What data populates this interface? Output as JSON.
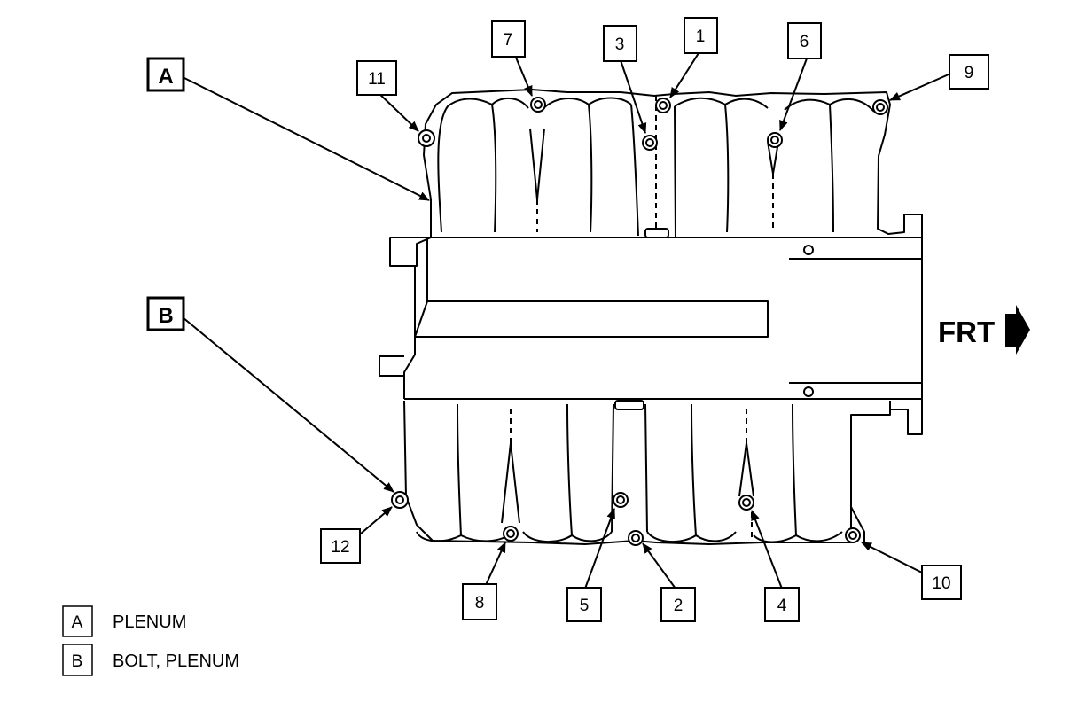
{
  "callouts": {
    "a": "A",
    "b": "B"
  },
  "bolt_labels": [
    "1",
    "2",
    "3",
    "4",
    "5",
    "6",
    "7",
    "8",
    "9",
    "10",
    "11",
    "12"
  ],
  "direction": {
    "label": "FRT"
  },
  "legend": [
    {
      "key": "A",
      "text": "PLENUM"
    },
    {
      "key": "B",
      "text": "BOLT, PLENUM"
    }
  ]
}
